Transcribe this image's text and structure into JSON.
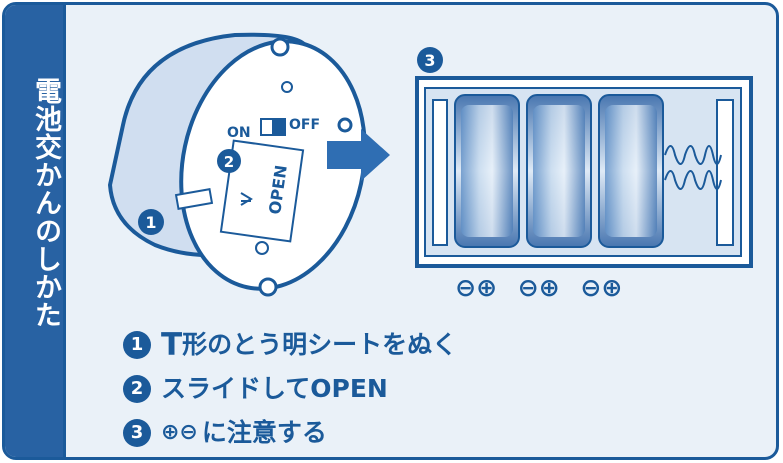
{
  "sidebar": {
    "title": "電池交かんのしかた"
  },
  "illustration": {
    "switch_on": "ON",
    "switch_off": "OFF",
    "open_label": "OPEN",
    "marker_1": "1",
    "marker_2": "2",
    "marker_3": "3"
  },
  "polarity": {
    "group1": "⊖⊕",
    "group2": "⊖⊕",
    "group3": "⊖⊕"
  },
  "steps": [
    {
      "number": "1",
      "lead": "T",
      "text": "形のとう明シートをぬく"
    },
    {
      "number": "2",
      "text": "スライドしてOPEN"
    },
    {
      "number": "3",
      "symbols": "⊕⊖",
      "text": "に注意する"
    }
  ],
  "colors": {
    "primary": "#1b5a9a",
    "background": "#eaf1f8",
    "sidebar": "#2862a3"
  }
}
